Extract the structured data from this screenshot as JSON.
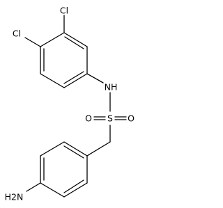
{
  "molecule": {
    "atoms": {
      "cl_top": "Cl",
      "cl_left": "Cl",
      "nh": "NH",
      "s": "S",
      "o_left": "O",
      "o_right": "O",
      "nh2": "H2N"
    }
  }
}
